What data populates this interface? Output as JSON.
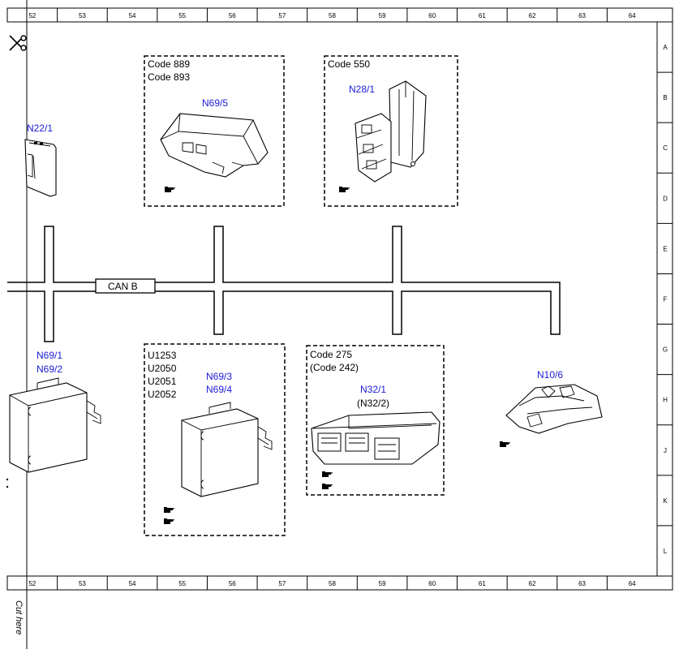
{
  "ruler": {
    "columns": [
      "52",
      "53",
      "54",
      "55",
      "56",
      "57",
      "58",
      "59",
      "60",
      "61",
      "62",
      "63",
      "64"
    ],
    "rows": [
      "A",
      "B",
      "C",
      "D",
      "E",
      "F",
      "G",
      "H",
      "J",
      "K",
      "L"
    ]
  },
  "cut_label": "Cut here",
  "bus_label": "CAN B",
  "components": {
    "n22_1": {
      "label": "N22/1"
    },
    "n69_5": {
      "codes": [
        "Code 889",
        "Code 893"
      ],
      "label": "N69/5"
    },
    "n28_1": {
      "codes": [
        "Code 550"
      ],
      "label": "N28/1"
    },
    "n69_1": {
      "label_lines": [
        "N69/1",
        "N69/2"
      ]
    },
    "n69_3": {
      "codes": [
        "U1253",
        "U2050",
        "U2051",
        "U2052"
      ],
      "label_lines": [
        "N69/3",
        "N69/4"
      ]
    },
    "n32_1": {
      "codes": [
        "Code 275",
        "(Code 242)"
      ],
      "label": "N32/1",
      "sublabel": "(N32/2)"
    },
    "n10_6": {
      "label": "N10/6"
    }
  },
  "colors": {
    "component_label": "#1a1ad6",
    "line": "#000000"
  },
  "icons": {
    "reference": "pointing-hand-icon",
    "cut": "scissors-icon"
  }
}
